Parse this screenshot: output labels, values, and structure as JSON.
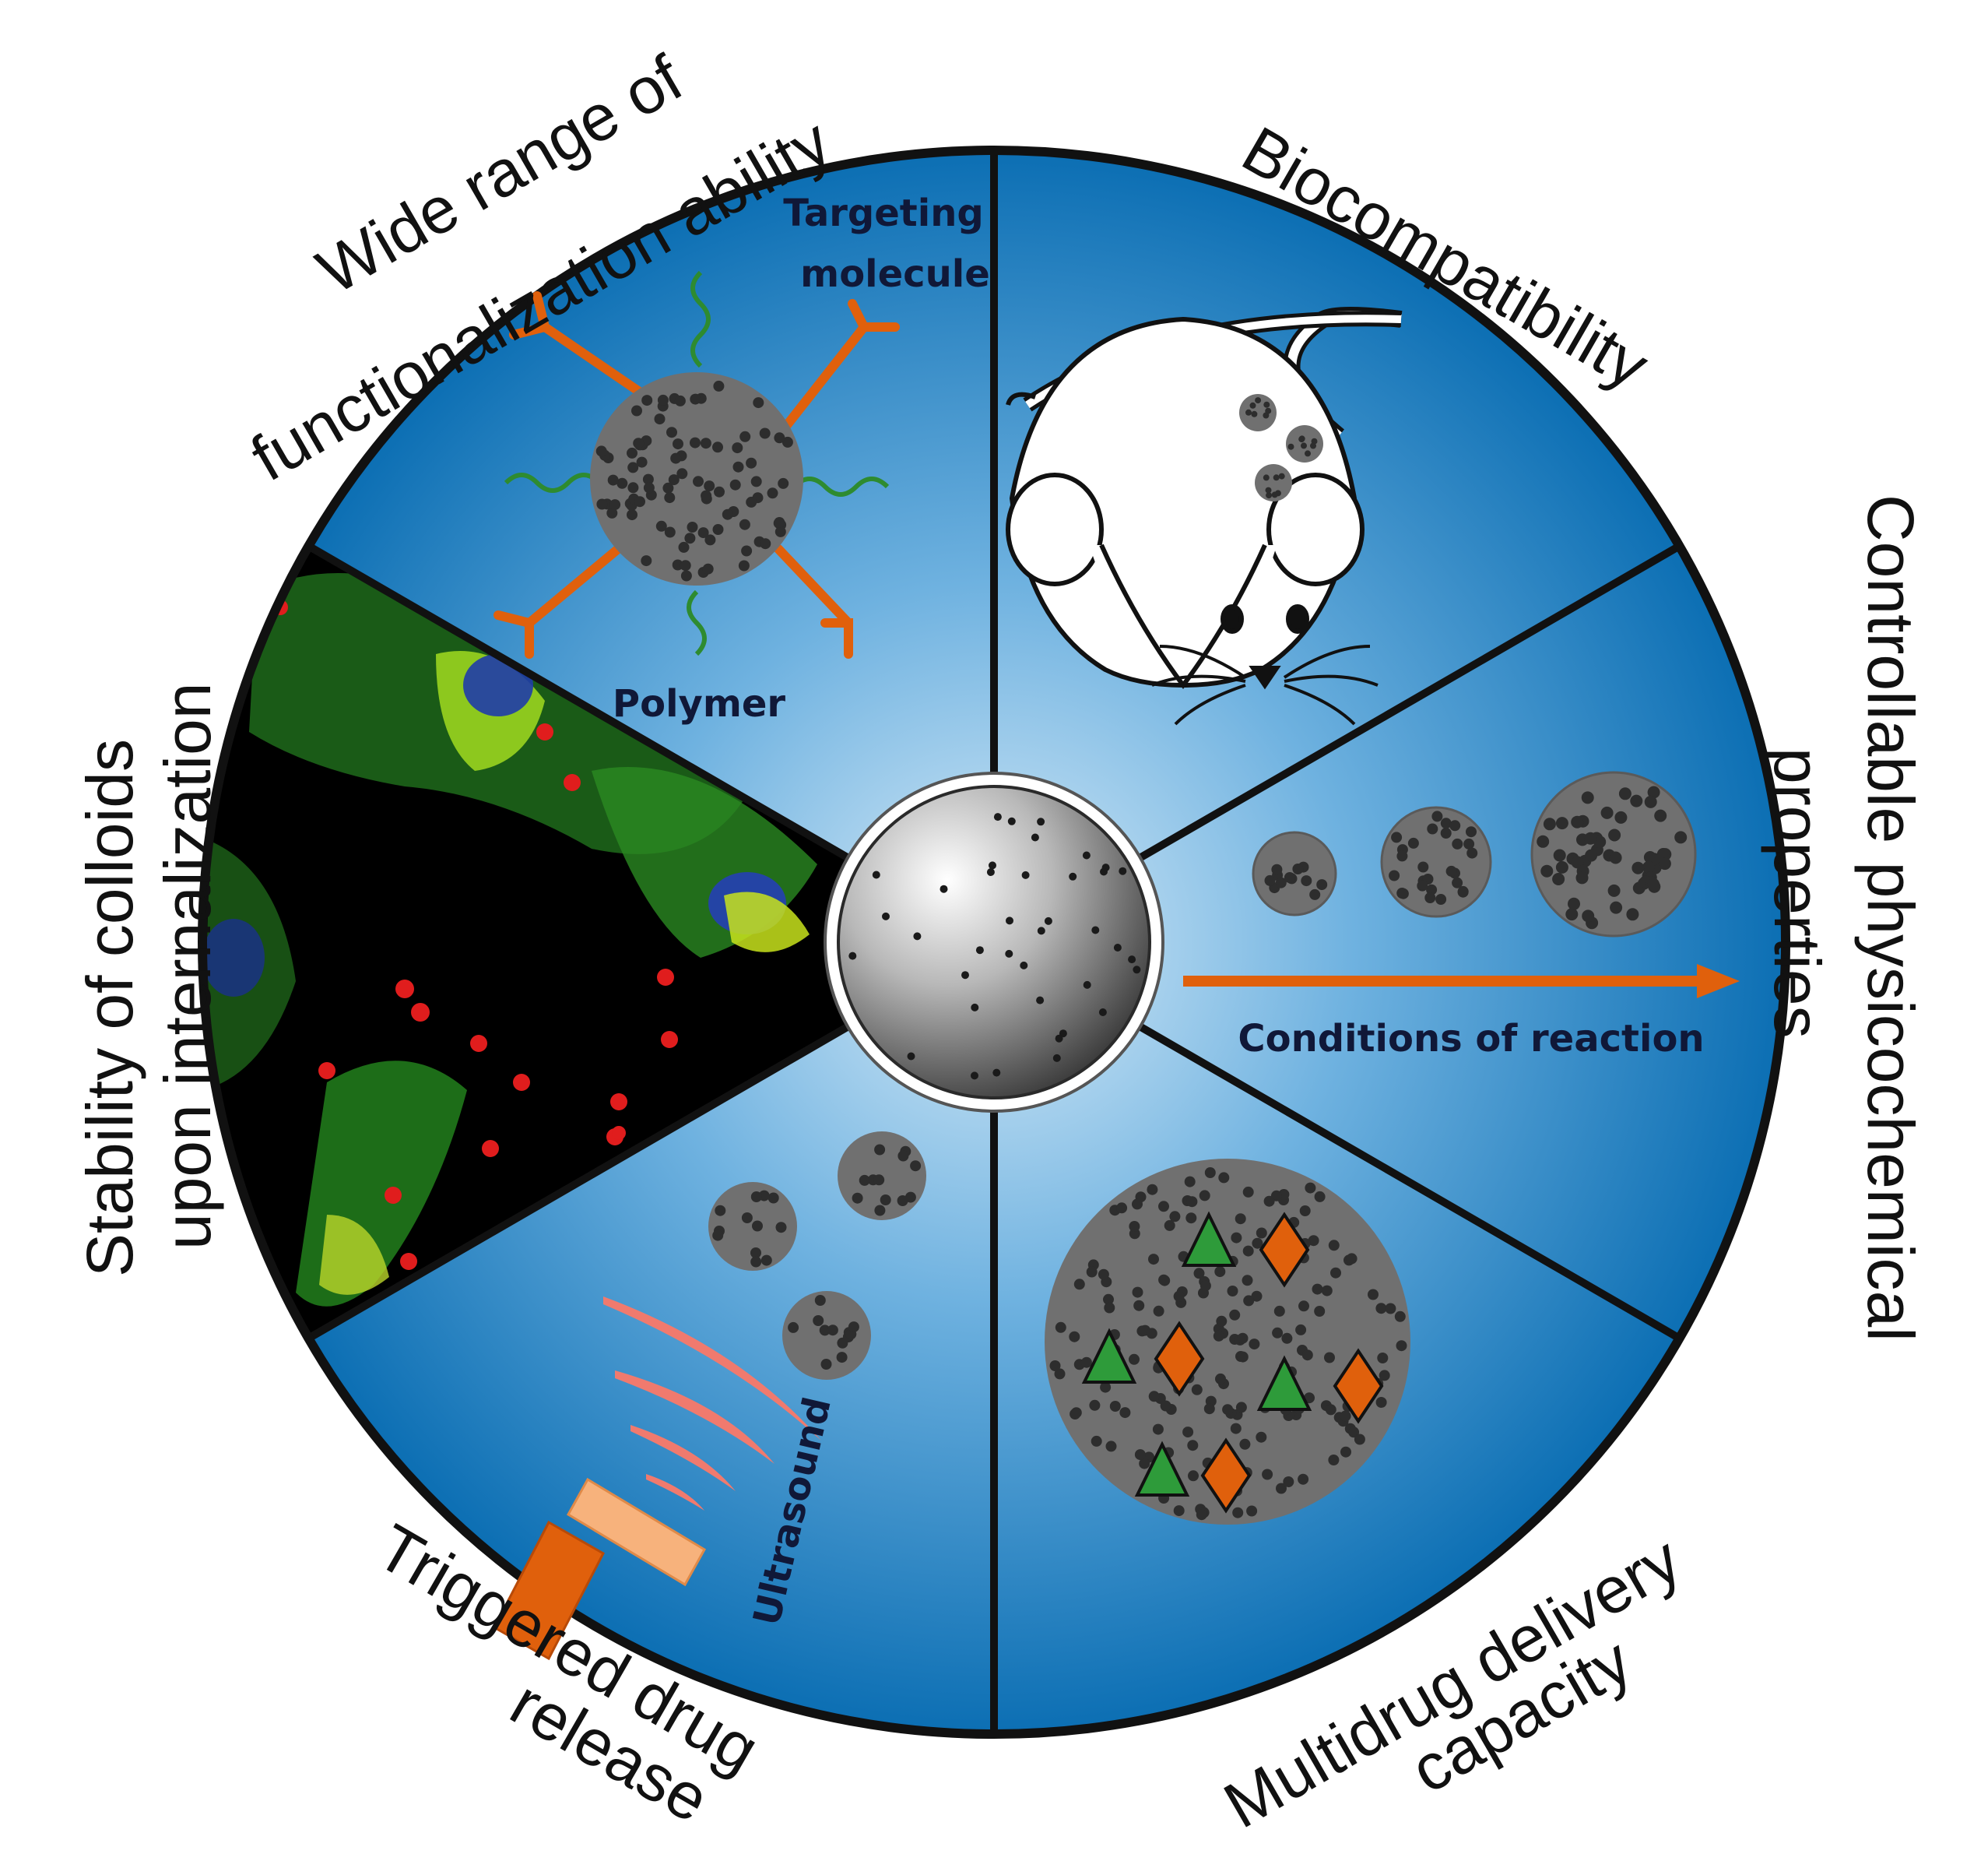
{
  "sectors": {
    "functionalization": {
      "title_line1": "Wide range of",
      "title_line2": "functionalization ability",
      "targeting_line1": "Targeting",
      "targeting_line2": "molecule",
      "polymer": "Polymer"
    },
    "biocompatibility": {
      "title": "Biocompatibility"
    },
    "physicochemical": {
      "title_line1": "Controllable physicochemical",
      "title_line2": "properties",
      "arrow_label": "Conditions of reaction"
    },
    "multidrug": {
      "title_line1": "Multidrug delivery",
      "title_line2": "capacity"
    },
    "triggered": {
      "title_line1": "Triggered drug",
      "title_line2": "release",
      "ultrasound": "Ultrasound"
    },
    "stability": {
      "title_line1": "Stability of colloids",
      "title_line2": "upon internalization"
    }
  },
  "colors": {
    "sector_blue_dark": "#0a6fb4",
    "sector_blue_light": "#cfe6f6",
    "particle_gray": "#707070",
    "pore": "#2d2d2d",
    "orange": "#e0600c",
    "green": "#2e9b3a",
    "ring": "#111111"
  }
}
